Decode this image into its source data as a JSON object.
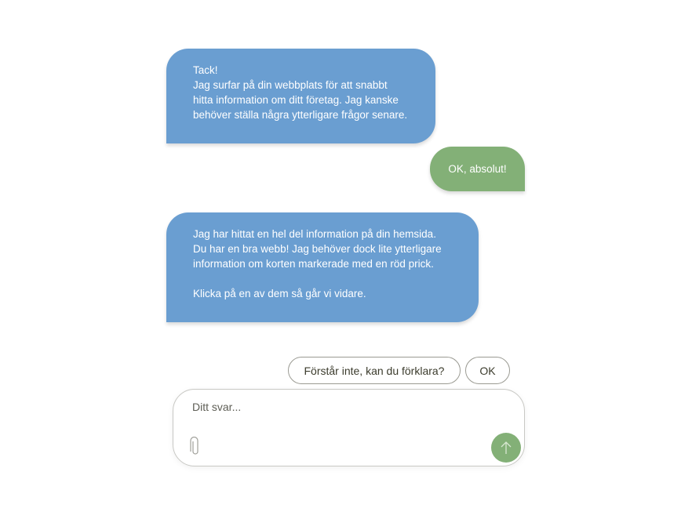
{
  "messages": [
    {
      "role": "bot",
      "text": "Tack!\nJag surfar på din webbplats för att snabbt\nhitta information om ditt företag. Jag kanske\nbehöver ställa några ytterligare frågor senare."
    },
    {
      "role": "user",
      "text": "OK, absolut!"
    },
    {
      "role": "bot",
      "text": "Jag har hittat en hel del information på din hemsida.\nDu har en bra webb! Jag behöver dock lite ytterligare\ninformation om korten markerade med en röd prick.\n\nKlicka på en av dem så går vi vidare."
    }
  ],
  "quick_replies": [
    "Förstår inte, kan du förklara?",
    "OK"
  ],
  "input": {
    "placeholder": "Ditt svar...",
    "value": ""
  },
  "icons": {
    "attach": "paperclip-icon",
    "send": "arrow-up-icon"
  },
  "colors": {
    "bot": "#6a9ed1",
    "user": "#83b077"
  }
}
